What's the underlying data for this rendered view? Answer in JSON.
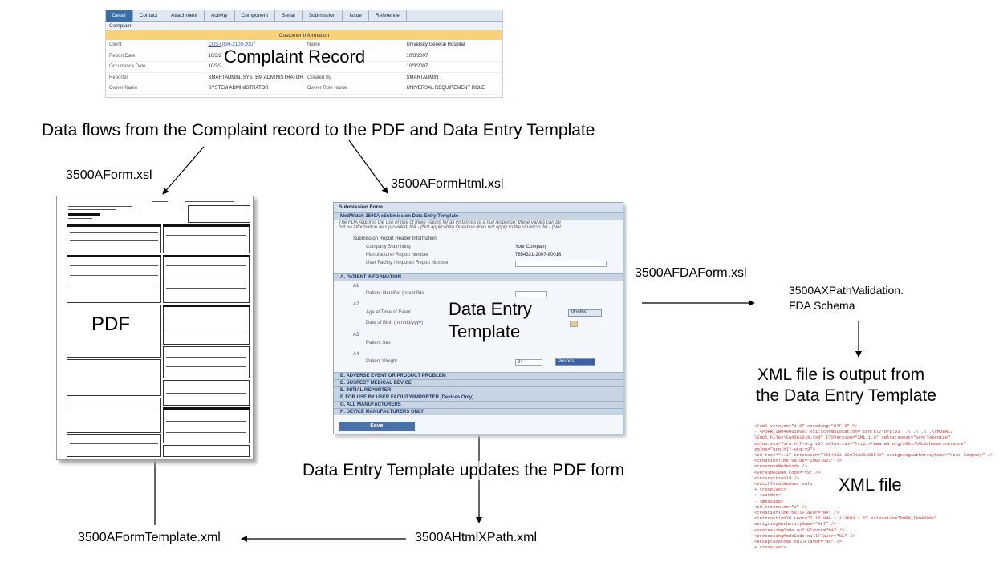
{
  "complaint_record": {
    "tabs": [
      "Detail",
      "Contact",
      "Attachment",
      "Activity",
      "Component",
      "Serial",
      "Submission",
      "Issue",
      "Reference"
    ],
    "subheader": "Complaint",
    "band": "Customer Information",
    "rows": [
      [
        "Client",
        "CUS-UGH-2100-2007",
        "Name",
        "University General Hospital"
      ],
      [
        "Report Date",
        "10/3/2007",
        "d Date",
        "10/3/2007"
      ],
      [
        "Occurrence Date",
        "10/3/2007",
        "st Aware Date",
        "10/3/2007"
      ],
      [
        "Reporter",
        "SMARTADMIN, SYSTEM ADMINISTRATOR",
        "Created By",
        "SMARTADMIN"
      ],
      [
        "Owner Name",
        "SYSTEM ADMINISTRATOR",
        "Owner Role Name",
        "UNIVERSAL REQUIREMENT ROLE"
      ]
    ],
    "title": "Complaint Record"
  },
  "caption_top": "Data flows from the Complaint record to the PDF and Data Entry Template",
  "labels": {
    "form_xsl": "3500AForm.xsl",
    "form_html_xsl": "3500AFormHtml.xsl",
    "fda_form_xsl": "3500AFDAForm.xsl",
    "xpath_validation_1": "3500AXPathValidation.",
    "xpath_validation_2": "FDA Schema",
    "xml_output_1": "XML file is output from",
    "xml_output_2": "the Data Entry Template",
    "updates_pdf": "Data Entry Template updates the PDF form",
    "html_xpath": "3500AHtmlXPath.xml",
    "form_template": "3500AFormTemplate.xml",
    "pdf": "PDF",
    "data_entry_1": "Data Entry",
    "data_entry_2": "Template",
    "xml_file": "XML file"
  },
  "data_entry": {
    "title": "Submission Form",
    "header_section": "MedWatch 3500A eSubmission Data Entry Template",
    "note_1": "The FDA requires the use of one of three values for all instances of a null response; these values can be",
    "note_2": "but no information was provided; NA - (Not applicable) Question does not apply to the situation; NI - (Not",
    "sub_header": "Submission Report Header Information",
    "company_label": "Company Submitting",
    "company_value": "Your Company",
    "mfr_label": "Manufacturer Report Number",
    "mfr_value": "7654321-2007-80016",
    "facility_label": "User Facility / Importer Report Number",
    "section_a": "A. PATIENT INFORMATION",
    "a1": "A1",
    "patient_id": "Patient Identifier (in confide",
    "a2": "A2",
    "age": "Age at Time of Event",
    "months": "Months",
    "dob": "Date of Birth (mm/dd/yyyy)",
    "a3": "A3",
    "sex": "Patient Sex",
    "a4": "A4",
    "weight": "Patient Weight",
    "weight_value": "34",
    "pounds": "Pounds",
    "sections": [
      "B. ADVERSE EVENT OR PRODUCT PROBLEM",
      "D. SUSPECT MEDICAL DEVICE",
      "E. INITIAL REPORTER",
      "F. FOR USE BY USER FACILITY/IMPORTER (Devices Only)",
      "G. ALL MANUFACTURERS",
      "H. DEVICE MANUFACTURERS ONLY"
    ],
    "save": "Save"
  },
  "xml_lines": [
    "<?xml version=\"1.0\" encoding=\"UTF-8\" ?>",
    "- <PORR_IN040001UV01 xsi:schemaLocation=\"urn:hl7-org:v3 ..\\..\\..\\..\\xMOBHL7",
    "  \\Impl_Files\\ConS61019.xsd\" ITSVersion=\"XML_1.0\" xmlns:soext=\"urn:Tokenize\"",
    "  xmlns:xsi=\"urn:hl7-org:v3\" xmlns:xsi=\"http://www.w3.org/2001/XMLSchema-instance\"",
    "  xmlns=\"urn:hl7-org:v3\">",
    "  <id root=\"1.1\" extension=\"7654321-20071023155540\" assigningAuthorityName=\"Your Company\" />",
    "  <creationTime value=\"20071023\" />",
    "  <responseModeCode />",
    "  <versionCode code=\"V3\" />",
    "  <interactionId />",
    "  <batchTotalNumber valu",
    "  + <receiver>",
    "  + <sender>",
    "  - <message>",
    "      <id extension=\"1\" />",
    "      <creationTime nullFlavor=\"NA\" />",
    "      <interactionId root=\"2.16.840.1.113883.1.6\" extension=\"PORR_IN040001\"",
    "        assigningAuthorityName=\"HL7\" />",
    "      <processingCode nullFlavor=\"NA\" />",
    "      <processingModeCode nullFlavor=\"NA\" />",
    "      <acceptAckCode nullFlavor=\"NA\" />",
    "  + <receiver>"
  ]
}
